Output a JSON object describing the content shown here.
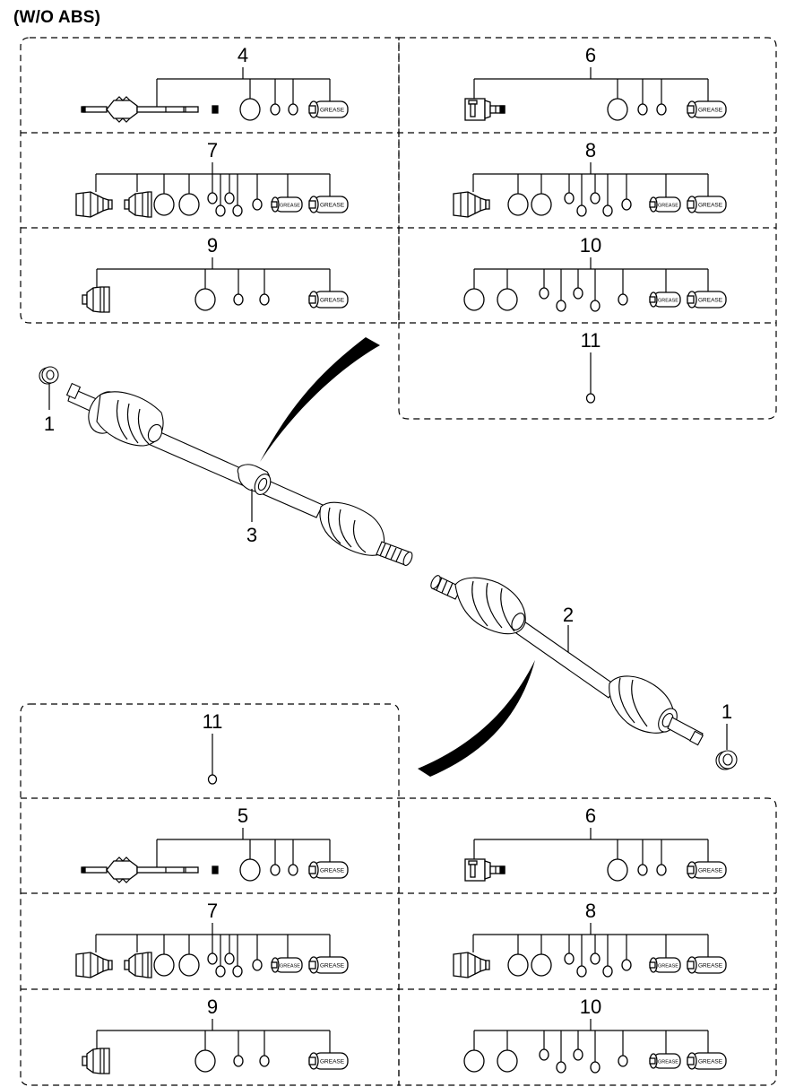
{
  "header": {
    "title": "(W/O ABS)"
  },
  "callouts": {
    "nut_left": "1",
    "nut_right": "1",
    "shaft_right": "2",
    "damper": "3"
  },
  "kits_top": [
    {
      "id": "k4",
      "label": "4",
      "items": [
        "joint-shaft-outer",
        "ring-large",
        "ring-small",
        "ring-small",
        "grease-large"
      ]
    },
    {
      "id": "k6",
      "label": "6",
      "items": [
        "joint-housing-inner",
        "ring-large",
        "ring-small",
        "ring-small",
        "grease-large"
      ]
    },
    {
      "id": "k7",
      "label": "7",
      "items": [
        "boot-outer",
        "boot-inner",
        "ring-large",
        "ring-large",
        "ring-small-hi",
        "ring-small-lo",
        "ring-small-hi",
        "ring-small-lo",
        "ring-small",
        "grease-small",
        "grease-large"
      ]
    },
    {
      "id": "k8",
      "label": "8",
      "items": [
        "boot-outer",
        "ring-large",
        "ring-large",
        "ring-small-hi",
        "ring-small-lo",
        "ring-small-hi",
        "ring-small-lo",
        "ring-small",
        "grease-small",
        "grease-large"
      ]
    },
    {
      "id": "k9",
      "label": "9",
      "items": [
        "boot-inner-short",
        "ring-large",
        "ring-small",
        "ring-small",
        "grease-large"
      ]
    },
    {
      "id": "k10",
      "label": "10",
      "items": [
        "ring-large",
        "ring-large",
        "ring-small-hi",
        "ring-small-lo",
        "ring-small-hi",
        "ring-small-lo",
        "ring-small",
        "grease-small",
        "grease-large"
      ]
    },
    {
      "id": "k11",
      "label": "11",
      "items": [
        "ring-tiny"
      ]
    }
  ],
  "kits_bottom": [
    {
      "id": "k11",
      "label": "11",
      "items": [
        "ring-tiny"
      ]
    },
    {
      "id": "k5",
      "label": "5",
      "items": [
        "joint-shaft-outer",
        "ring-large",
        "ring-small",
        "ring-small",
        "grease-large"
      ]
    },
    {
      "id": "k6",
      "label": "6",
      "items": [
        "joint-housing-inner",
        "ring-large",
        "ring-small",
        "ring-small",
        "grease-large"
      ]
    },
    {
      "id": "k7",
      "label": "7",
      "items": [
        "boot-outer",
        "boot-inner",
        "ring-large",
        "ring-large",
        "ring-small-hi",
        "ring-small-lo",
        "ring-small-hi",
        "ring-small-lo",
        "ring-small",
        "grease-small",
        "grease-large"
      ]
    },
    {
      "id": "k8",
      "label": "8",
      "items": [
        "boot-outer",
        "ring-large",
        "ring-large",
        "ring-small-hi",
        "ring-small-lo",
        "ring-small-hi",
        "ring-small-lo",
        "ring-small",
        "grease-small",
        "grease-large"
      ]
    },
    {
      "id": "k9",
      "label": "9",
      "items": [
        "boot-inner-short",
        "ring-large",
        "ring-small",
        "ring-small",
        "grease-large"
      ]
    },
    {
      "id": "k10",
      "label": "10",
      "items": [
        "ring-large",
        "ring-large",
        "ring-small-hi",
        "ring-small-lo",
        "ring-small-hi",
        "ring-small-lo",
        "ring-small",
        "grease-small",
        "grease-large"
      ]
    }
  ],
  "grease_label": "GREASE"
}
